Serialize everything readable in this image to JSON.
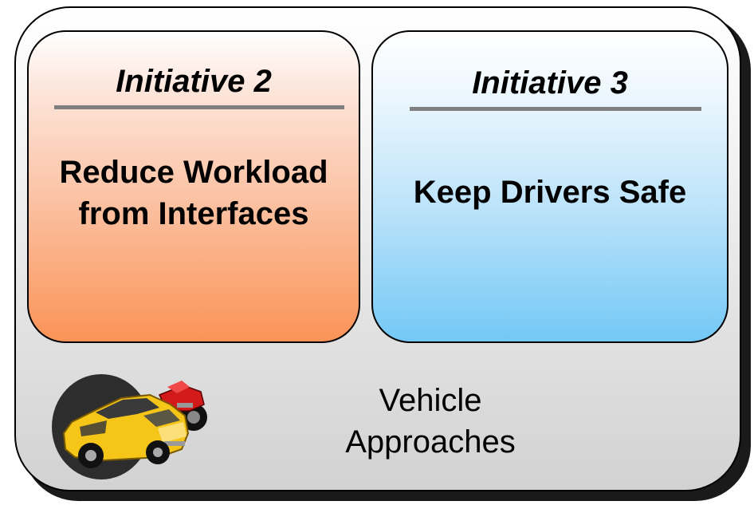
{
  "initiatives": [
    {
      "title": "Initiative 2",
      "body": "Reduce Workload from Interfaces",
      "color": "#fb9357"
    },
    {
      "title": "Initiative 3",
      "body": "Keep Drivers Safe",
      "color": "#73c8f6"
    }
  ],
  "footer": {
    "label_line1": "Vehicle",
    "label_line2": "Approaches",
    "icon": "car-and-motorcycle-icon"
  },
  "colors": {
    "panel_fill": "#d2d2d2",
    "rule": "#7f7f7f",
    "car_body": "#f5c518",
    "motorcycle_body": "#d31a1a"
  }
}
